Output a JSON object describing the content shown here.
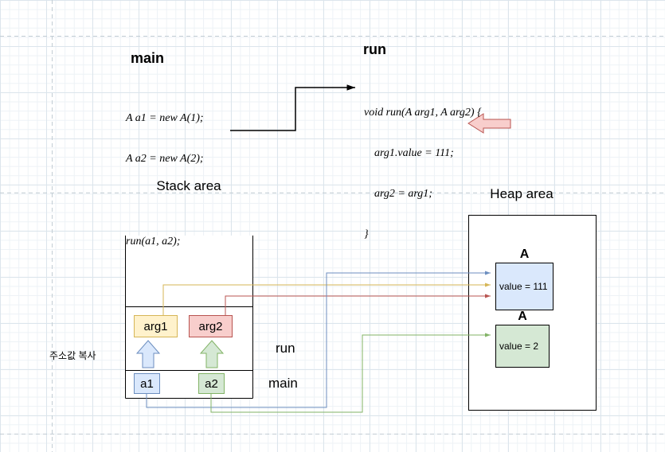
{
  "colors": {
    "yellow_fill": "#fff2cc",
    "yellow_stroke": "#d6b656",
    "red_fill": "#f8cecc",
    "red_stroke": "#b85450",
    "blue_fill": "#dae8fc",
    "blue_stroke": "#6c8ebf",
    "green_fill": "#d5e8d4",
    "green_stroke": "#82b366"
  },
  "main_code": {
    "title": "main",
    "line1": "A a1 = new A(1);",
    "line2": "A a2 = new A(2);",
    "line3": "run(a1, a2);"
  },
  "run_code": {
    "title": "run",
    "line1": "void run(A arg1, A arg2) {",
    "line2": "arg1.value = 111;",
    "line3": "arg2 = arg1;",
    "line4": "}"
  },
  "areas": {
    "stack_label": "Stack area",
    "heap_label": "Heap area"
  },
  "stack": {
    "run_frame_label": "run",
    "main_frame_label": "main",
    "arg1": "arg1",
    "arg2": "arg2",
    "a1": "a1",
    "a2": "a2",
    "annotation": "주소값 복사"
  },
  "heap": {
    "object1": {
      "class_name": "A",
      "value": "value = 111"
    },
    "object2": {
      "class_name": "A",
      "value": "value = 2"
    }
  }
}
